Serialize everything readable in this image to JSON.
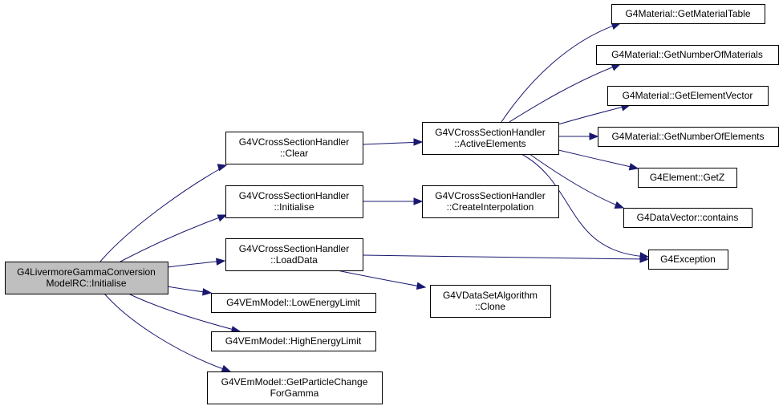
{
  "colors": {
    "edge": "#191970",
    "root_fill": "#bfbfbf",
    "node_fill": "#ffffff",
    "border": "#000000"
  },
  "nodes": {
    "root": [
      "G4LivermoreGammaConversion",
      "ModelRC::Initialise"
    ],
    "csh_clear": [
      "G4VCrossSectionHandler",
      "::Clear"
    ],
    "csh_initialise": [
      "G4VCrossSectionHandler",
      "::Initialise"
    ],
    "csh_loaddata": [
      "G4VCrossSectionHandler",
      "::LoadData"
    ],
    "em_low": [
      "G4VEmModel::LowEnergyLimit"
    ],
    "em_high": [
      "G4VEmModel::HighEnergyLimit"
    ],
    "em_pc": [
      "G4VEmModel::GetParticleChange",
      "ForGamma"
    ],
    "csh_active": [
      "G4VCrossSectionHandler",
      "::ActiveElements"
    ],
    "csh_create": [
      "G4VCrossSectionHandler",
      "::CreateInterpolation"
    ],
    "dsa_clone": [
      "G4VDataSetAlgorithm",
      "::Clone"
    ],
    "mat_table": [
      "G4Material::GetMaterialTable"
    ],
    "mat_num": [
      "G4Material::GetNumberOfMaterials"
    ],
    "mat_elvec": [
      "G4Material::GetElementVector"
    ],
    "mat_numel": [
      "G4Material::GetNumberOfElements"
    ],
    "el_getz": [
      "G4Element::GetZ"
    ],
    "dv_contains": [
      "G4DataVector::contains"
    ],
    "exception": [
      "G4Exception"
    ]
  }
}
